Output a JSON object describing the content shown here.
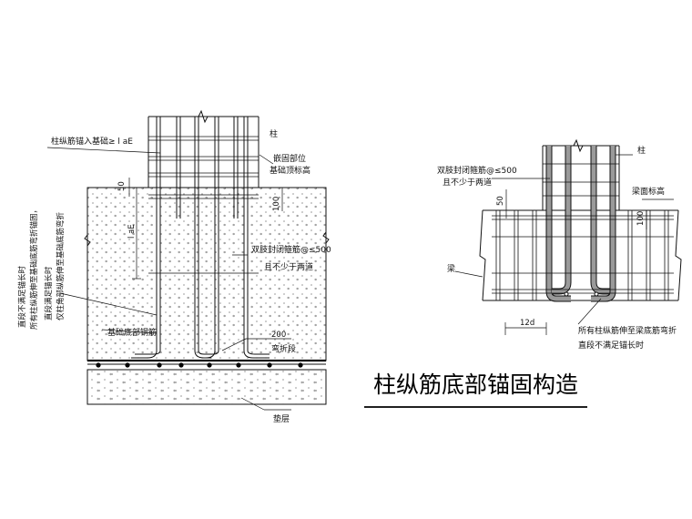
{
  "title": "柱纵筋底部锚固构造",
  "left": {
    "col_label": "柱",
    "anchor_note": "柱纵筋锚入基础≥ l aE",
    "embed_note_1": "嵌固部位",
    "embed_note_2": "基础顶标高",
    "dim_50": "50",
    "dim_100": "100",
    "dim_lae": "l aE",
    "stirrup_note_1": "双肢封闭箍筋@≤500",
    "stirrup_note_2": "且不少于两道",
    "vnote_1": "直段不满足锚长时",
    "vnote_2": "所有柱纵筋伸至基础底筋弯折锚固，",
    "vnote_3": "直段满足锚长时",
    "vnote_4": "仅柱角部纵筋伸至基础底筋弯折",
    "base_bar_note": "基础底部钢筋",
    "bend_dim": "200",
    "bend_note": "弯折段",
    "cushion_note": "垫层"
  },
  "right": {
    "col_label": "柱",
    "stirrup_note_1": "双肢封闭箍筋@≤500",
    "stirrup_note_2": "且不少于两道",
    "beam_top_note": "梁面标高",
    "dim_50": "50",
    "dim_100": "100",
    "beam_label": "梁",
    "dim_12d": "12d",
    "bottom_note_1": "所有柱纵筋伸至梁底筋弯折",
    "bottom_note_2": "直段不满足锚长时"
  }
}
